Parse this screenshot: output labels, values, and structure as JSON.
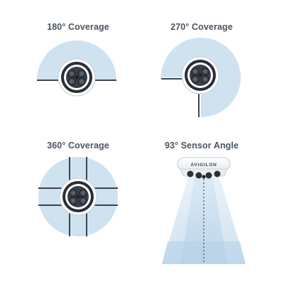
{
  "panels": [
    {
      "title": "180° Coverage",
      "coverage_deg": 180
    },
    {
      "title": "270° Coverage",
      "coverage_deg": 270
    },
    {
      "title": "360° Coverage",
      "coverage_deg": 360
    },
    {
      "title": "93° Sensor Angle",
      "sensor_angle_deg": 93
    }
  ],
  "camera": {
    "brand_text": "AVIGILON"
  },
  "colors": {
    "coverage_fill": "#cfe2f0",
    "wall_line": "#3b4552",
    "title_text": "#4a5461",
    "camera_ring": "#2a2f36",
    "camera_body": "#ffffff",
    "beam_light": "#e3eef7",
    "beam_dark": "#b9d5ea"
  }
}
